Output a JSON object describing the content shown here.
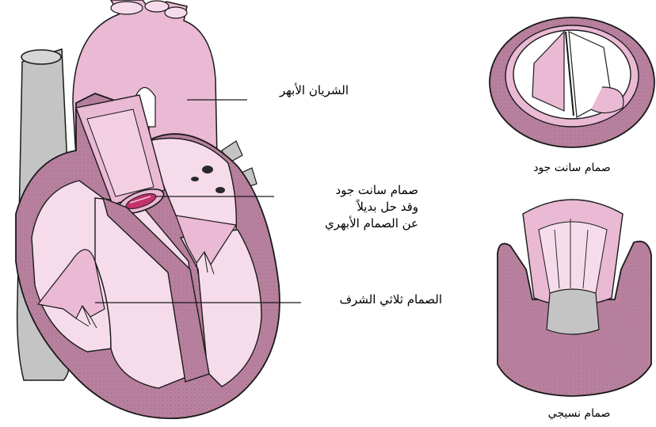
{
  "labels": {
    "aorta": "الشريان الأبهر",
    "st_jude_replacement": [
      "صمام سانت جود",
      "وقد حل بديلاً",
      "عن الصمام الأبهري"
    ],
    "tricuspid": "الصمام ثلاثي الشرف"
  },
  "captions": {
    "st_jude_valve": "صمام سانت جود",
    "tissue_valve": "صمام نسيجي"
  },
  "colors": {
    "pink": "#eab9d4",
    "pink_light": "#f6dcea",
    "mauve": "#b9819f",
    "gray": "#c4c4c4",
    "line": "#1a1a1a"
  }
}
